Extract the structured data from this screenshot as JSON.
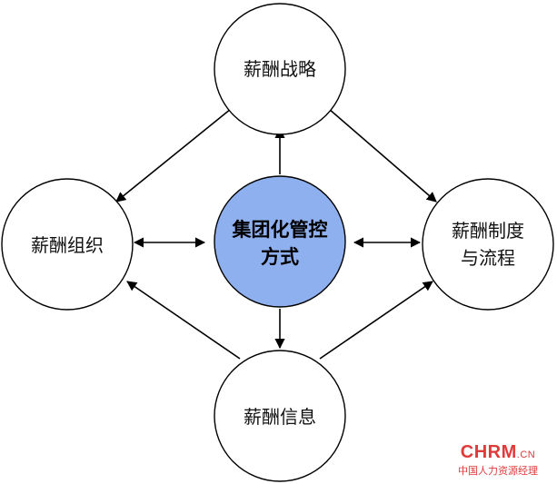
{
  "center": {
    "line1": "集团化管控",
    "line2": "方式",
    "fill": "#8fb0ee"
  },
  "nodes": {
    "top": {
      "label": "薪酬战略"
    },
    "left": {
      "label": "薪酬组织"
    },
    "right": {
      "line1": "薪酬制度",
      "line2": "与流程"
    },
    "bottom": {
      "label": "薪酬信息"
    }
  },
  "watermark": {
    "brand": "CHRM",
    "tld": ".CN",
    "subtitle": "中国人力资源经理"
  },
  "colors": {
    "circle_stroke": "#000000",
    "arrow": "#000000",
    "brand": "#e03a3a"
  }
}
